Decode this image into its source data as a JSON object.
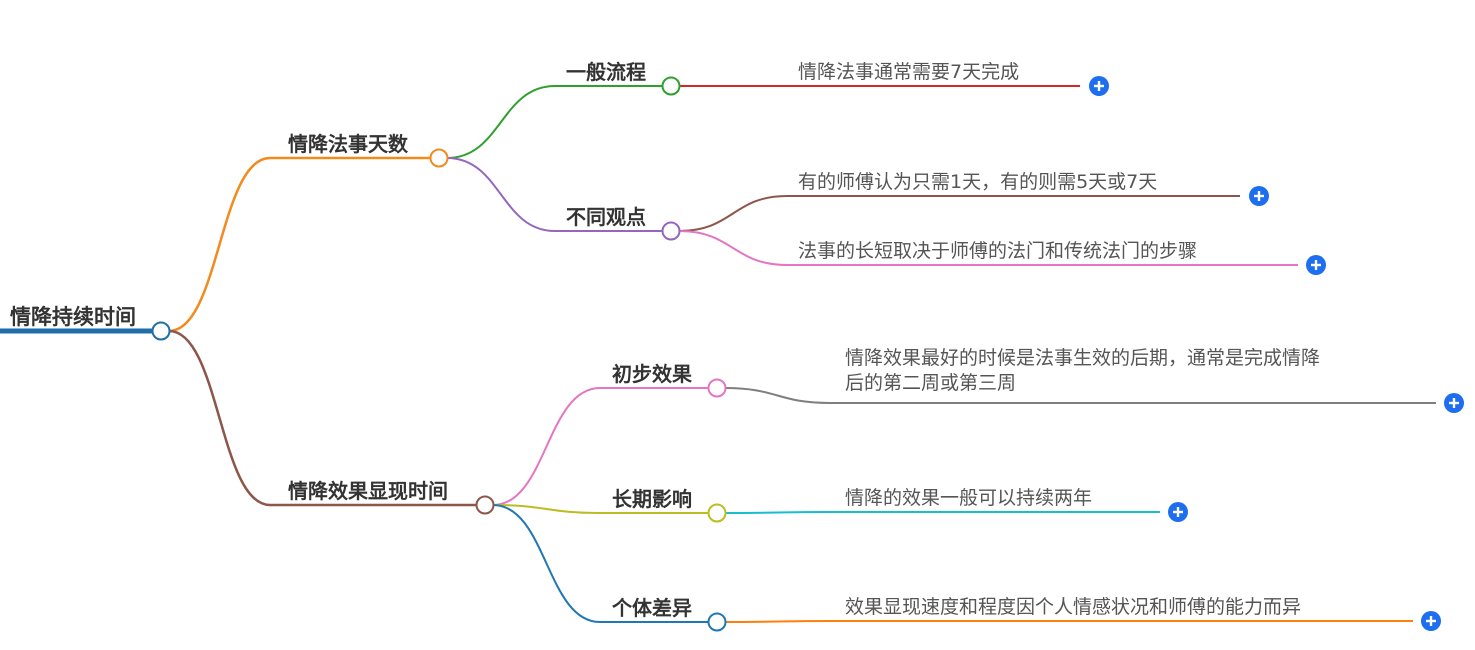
{
  "root": {
    "label": "情降持续时间",
    "color": "#1f6ea8",
    "children": [
      {
        "label": "情降法事天数",
        "color": "#f28a1e",
        "children": [
          {
            "label": "一般流程",
            "color": "#2ea02e",
            "children": [
              {
                "lines": [
                  "情降法事通常需要7天完成"
                ],
                "color": "#d62728",
                "expandable": true
              }
            ]
          },
          {
            "label": "不同观点",
            "color": "#9467bd",
            "children": [
              {
                "lines": [
                  "有的师傅认为只需1天，有的则需5天或7天"
                ],
                "color": "#8c564b",
                "expandable": true
              },
              {
                "lines": [
                  "法事的长短取决于师傅的法门和传统法门的步骤"
                ],
                "color": "#e377c2",
                "expandable": true
              }
            ]
          }
        ]
      },
      {
        "label": "情降效果显现时间",
        "color": "#8c564b",
        "children": [
          {
            "label": "初步效果",
            "color": "#e377c2",
            "children": [
              {
                "lines": [
                  "情降效果最好的时候是法事生效的后期，通常是完成情降",
                  "后的第二周或第三周"
                ],
                "color": "#7f7f7f",
                "expandable": true
              }
            ]
          },
          {
            "label": "长期影响",
            "color": "#bcbd22",
            "children": [
              {
                "lines": [
                  "情降的效果一般可以持续两年"
                ],
                "color": "#17becf",
                "expandable": true
              }
            ]
          },
          {
            "label": "个体差异",
            "color": "#1f77b4",
            "children": [
              {
                "lines": [
                  "效果显现速度和程度因个人情感状况和师傅的能力而异"
                ],
                "color": "#ff7f0e",
                "expandable": true
              }
            ]
          }
        ]
      }
    ]
  },
  "ui": {
    "expand_button_color": "#1e6ef0",
    "node_circle_fill": "#ffffff"
  }
}
